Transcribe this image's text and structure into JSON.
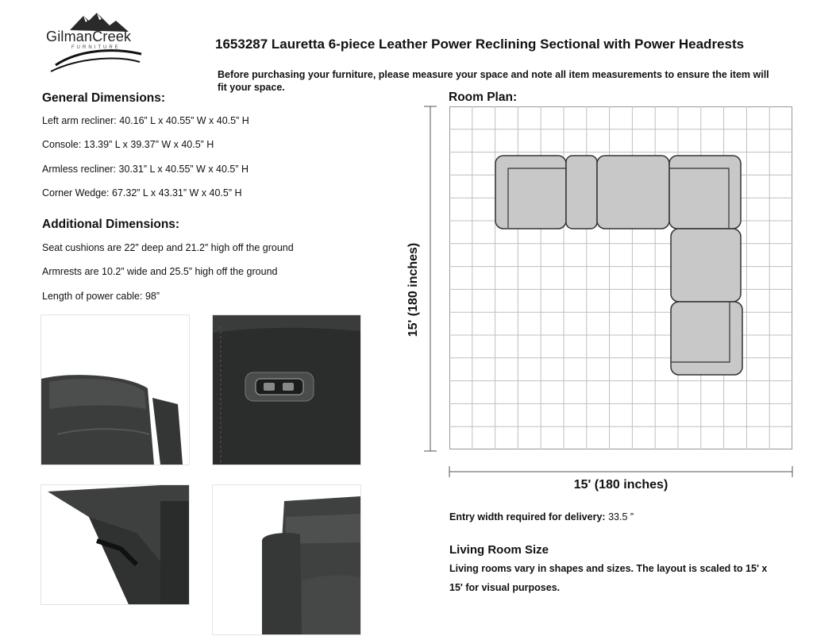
{
  "brand": {
    "name": "GilmanCreek",
    "tagline": "FURNITURE"
  },
  "product": {
    "title": "1653287 Lauretta 6-piece Leather Power Reclining Sectional with Power Headrests",
    "notice": "Before purchasing your furniture, please measure your space and note all item measurements to ensure the item will fit your space."
  },
  "general": {
    "heading": "General Dimensions:",
    "items": [
      "Left arm recliner: 40.16” L x 40.55” W x 40.5” H",
      "Console: 13.39” L x 39.37” W x 40.5” H",
      "Armless recliner: 30.31” L x 40.55” W x 40.5” H",
      "Corner Wedge: 67.32” L x 43.31” W x 40.5” H"
    ]
  },
  "additional": {
    "heading": "Additional Dimensions:",
    "items": [
      "Seat cushions are 22” deep and 21.2” high off the ground",
      "Armrests are 10.2” wide and 25.5” high off the ground",
      "Length of power cable: 98”"
    ]
  },
  "photos": [
    {
      "icon": "headrest-photo"
    },
    {
      "icon": "power-button-photo"
    },
    {
      "icon": "recliner-mechanism-photo"
    },
    {
      "icon": "sofa-arm-photo"
    }
  ],
  "room_plan": {
    "heading": "Room Plan:",
    "vertical_label": "15' (180 inches)",
    "horizontal_label": "15' (180 inches)",
    "grid_cells": 15,
    "colors": {
      "piece_fill": "#c8c8c8",
      "piece_stroke": "#333333",
      "grid_line": "#bfbfbf"
    }
  },
  "entry": {
    "label": "Entry width required for delivery:",
    "value": "33.5 ”"
  },
  "living_room": {
    "heading": "Living Room Size",
    "text": "Living rooms vary in shapes and sizes.  The layout is scaled to 15' x 15' for visual purposes."
  }
}
